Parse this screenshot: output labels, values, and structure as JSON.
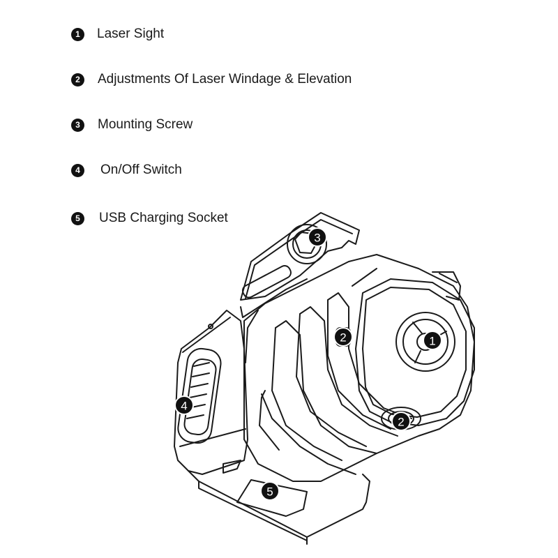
{
  "legend": [
    {
      "number": "1",
      "label": "Laser Sight"
    },
    {
      "number": "2",
      "label": "Adjustments Of Laser Windage & Elevation"
    },
    {
      "number": "3",
      "label": "Mounting Screw"
    },
    {
      "number": "4",
      "label": "On/Off Switch"
    },
    {
      "number": "5",
      "label": "USB Charging Socket"
    }
  ],
  "callouts": {
    "laser_sight": "1",
    "windage_adjust": "2",
    "elevation_adjust": "2",
    "mounting_screw": "3",
    "on_off_switch": "4",
    "usb_socket": "5"
  },
  "colors": {
    "line": "#1a1a1a",
    "badge_fill": "#111111",
    "background": "#ffffff"
  }
}
